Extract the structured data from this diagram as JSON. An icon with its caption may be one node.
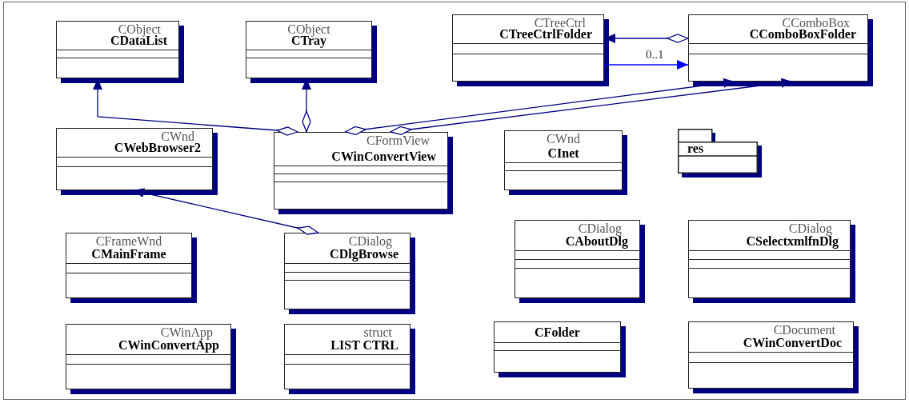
{
  "diagram": {
    "nodes": [
      {
        "text": [
          "CObject",
          "CDataList"
        ]
      },
      {
        "text": [
          "CObject",
          "CTray"
        ]
      },
      {
        "text": [
          "CTreeCtrl",
          "CTreeCtrlFolder"
        ]
      },
      {
        "text": [
          "CComboBox",
          "CComboBoxFolder"
        ]
      },
      {
        "text": [
          "CWnd",
          "CWebBrowser2"
        ]
      },
      {
        "text": [
          "CFormView",
          "CWinConvertView"
        ]
      },
      {
        "text": [
          "CWnd",
          "CInet"
        ]
      },
      {
        "text": [
          "res"
        ]
      },
      {
        "text": [
          "CFrameWnd",
          "CMainFrame"
        ]
      },
      {
        "text": [
          "CDialog",
          "CDlgBrowse"
        ]
      },
      {
        "text": [
          "CDialog",
          "CAboutDlg"
        ]
      },
      {
        "text": [
          "CDialog",
          "CSelectxmlfnDlg"
        ]
      },
      {
        "text": [
          "CWinApp",
          "CWinConvertApp"
        ]
      },
      {
        "text": [
          "struct",
          "LIST CTRL"
        ]
      },
      {
        "text": [
          "CFolder"
        ]
      },
      {
        "text": [
          "CDocument",
          "CWinConvertDoc"
        ]
      }
    ],
    "edges": [
      {
        "from": 5,
        "to": 0,
        "arrow": "to"
      },
      {
        "from": 5,
        "to": 1,
        "arrow": "to"
      },
      {
        "from": 5,
        "to": 3,
        "arrow": "to"
      },
      {
        "from": 5,
        "to": 3,
        "arrow": "to"
      },
      {
        "from": 9,
        "to": 4,
        "arrow": "to"
      },
      {
        "from": 3,
        "to": 2,
        "arrow": "to"
      },
      {
        "from": 2,
        "to": 3,
        "arrow": "to",
        "label": "0..1",
        "color": "#0000ff"
      }
    ]
  }
}
